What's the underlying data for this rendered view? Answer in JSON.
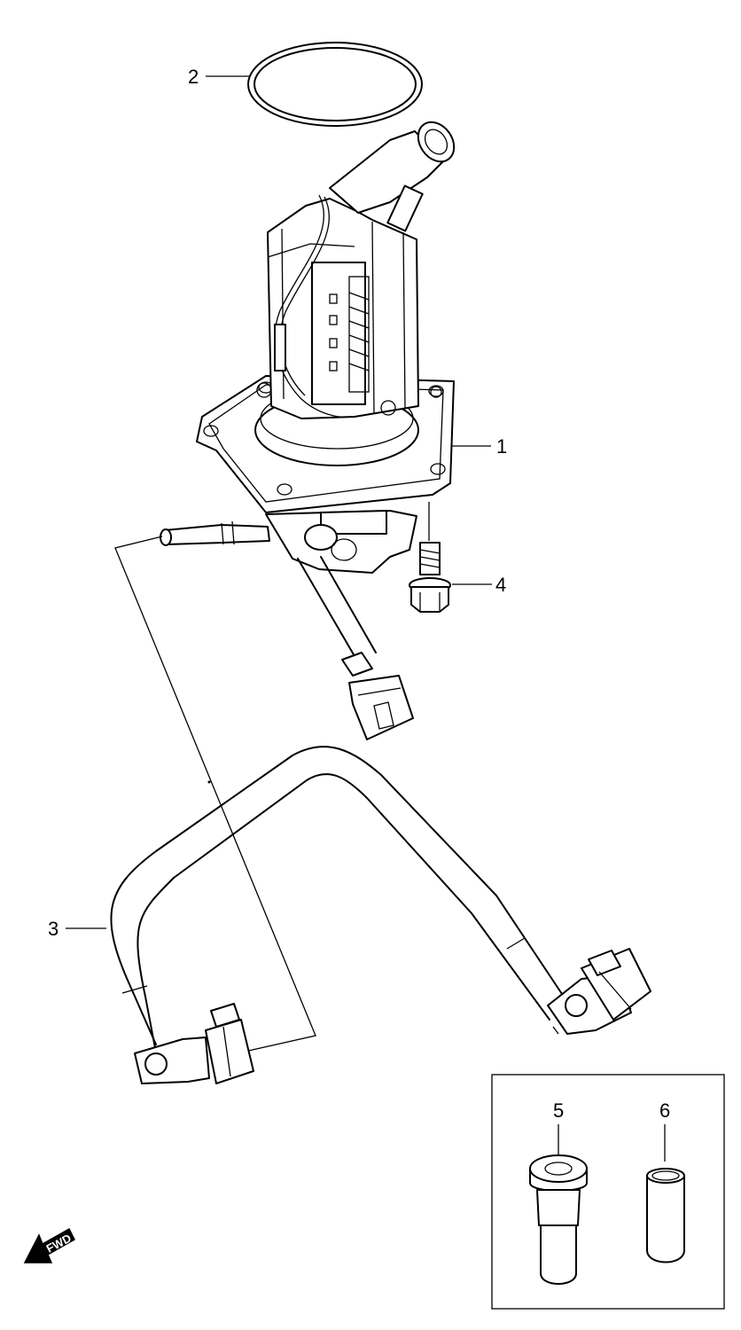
{
  "callouts": {
    "pump": "1",
    "gasket": "2",
    "hose": "3",
    "bolt": "4",
    "plug_large": "5",
    "cap_small": "6"
  },
  "fwd_label": "FWD",
  "colors": {
    "line": "#000000",
    "background": "#ffffff"
  }
}
